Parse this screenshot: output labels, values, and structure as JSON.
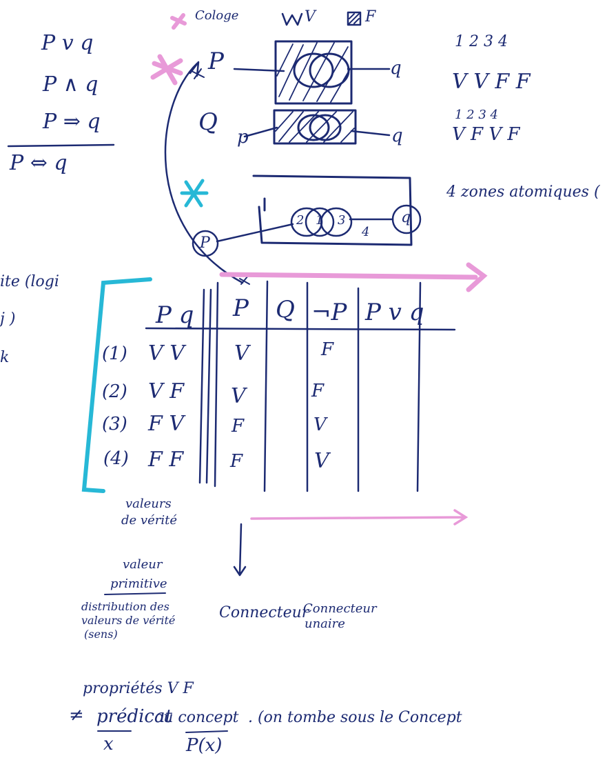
{
  "legend": {
    "colorie_label": "Cologe",
    "v_label": "V",
    "f_label": "F"
  },
  "formulas": {
    "disjunction": "P v q",
    "conjunction": "P ∧ q",
    "implication": "P ⇒ q",
    "equivalence": "P ⇔ q"
  },
  "diagrams": {
    "d1_p": "P",
    "d1_q": "q",
    "d2_p_big": "Q",
    "d2_p": "p",
    "d2_q": "q",
    "d3_zones": [
      "2",
      "1",
      "3",
      "4"
    ],
    "d3_q": "q",
    "d3_p": "P"
  },
  "right_notes": {
    "nums1": "1 2 3 4",
    "vals1": "V V F F",
    "nums2": "1 2 3 4",
    "vals2": "V F V F",
    "zones": "4 zones atomiques ("
  },
  "margin": {
    "line1": "ite (logi",
    "line2": "j )",
    "line3": "k"
  },
  "truth_table": {
    "headers": [
      "P q",
      "P",
      "Q",
      "¬P",
      "P v q"
    ],
    "rows": [
      {
        "index": "(1)",
        "pq": "V V",
        "p": "V",
        "notp": "F"
      },
      {
        "index": "(2)",
        "pq": "V F",
        "p": "V",
        "notp": "F"
      },
      {
        "index": "(3)",
        "pq": "F V",
        "p": "F",
        "notp": "V"
      },
      {
        "index": "(4)",
        "pq": "F F",
        "p": "F",
        "notp": "V"
      }
    ]
  },
  "bottom_notes": {
    "valeurs_verite": [
      "valeurs",
      "de vérité"
    ],
    "valeur_primitive": [
      "valeur",
      "primitive"
    ],
    "distribution": [
      "distribution des",
      "valeurs de vérité",
      "(sens)"
    ],
    "connecteur": "Connecteur",
    "connecteur_unaire": [
      "Connecteur",
      "unaire"
    ],
    "proprietes": "propriétés V F",
    "neq": "≠",
    "predicat": "prédicat",
    "ou_concept": "ou concept",
    "tombe": ". (on tombe sous le Concept",
    "x_var": "x",
    "p_of_x": "P(x)"
  },
  "colors": {
    "ink": "#1c2a72",
    "pink": "#e89ad8",
    "cyan": "#27b8d6"
  }
}
